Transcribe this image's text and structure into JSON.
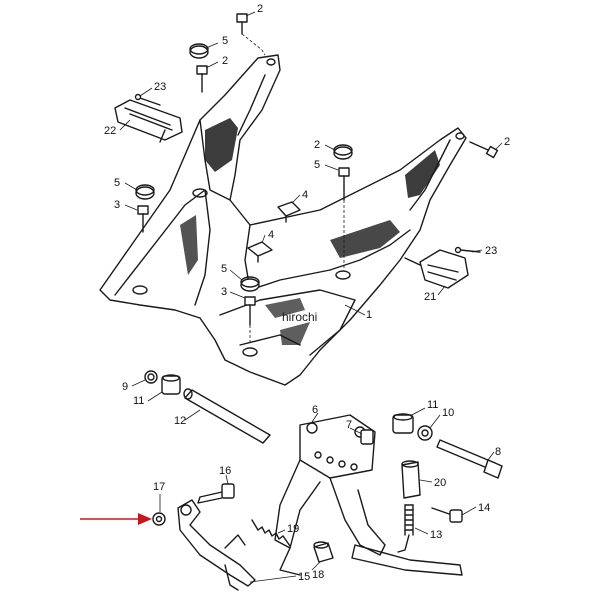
{
  "watermark": "hirochi",
  "callouts": {
    "c2a": "2",
    "c5a": "5",
    "c2b": "2",
    "c23a": "23",
    "c22": "22",
    "c5b": "5",
    "c2c": "2",
    "c2d": "2",
    "c5c": "5",
    "c3a": "3",
    "c4a": "4",
    "c4b": "4",
    "c23b": "23",
    "c21": "21",
    "c5d": "5",
    "c3b": "3",
    "c1": "1",
    "c9": "9",
    "c11a": "11",
    "c12": "12",
    "c6": "6",
    "c7": "7",
    "c11b": "11",
    "c10": "10",
    "c8": "8",
    "c16": "16",
    "c17": "17",
    "c20": "20",
    "c14": "14",
    "c19": "19",
    "c13": "13",
    "c15": "15",
    "c18": "18"
  },
  "colors": {
    "pointer": "#c8161d",
    "line": "#1a1a1a"
  }
}
